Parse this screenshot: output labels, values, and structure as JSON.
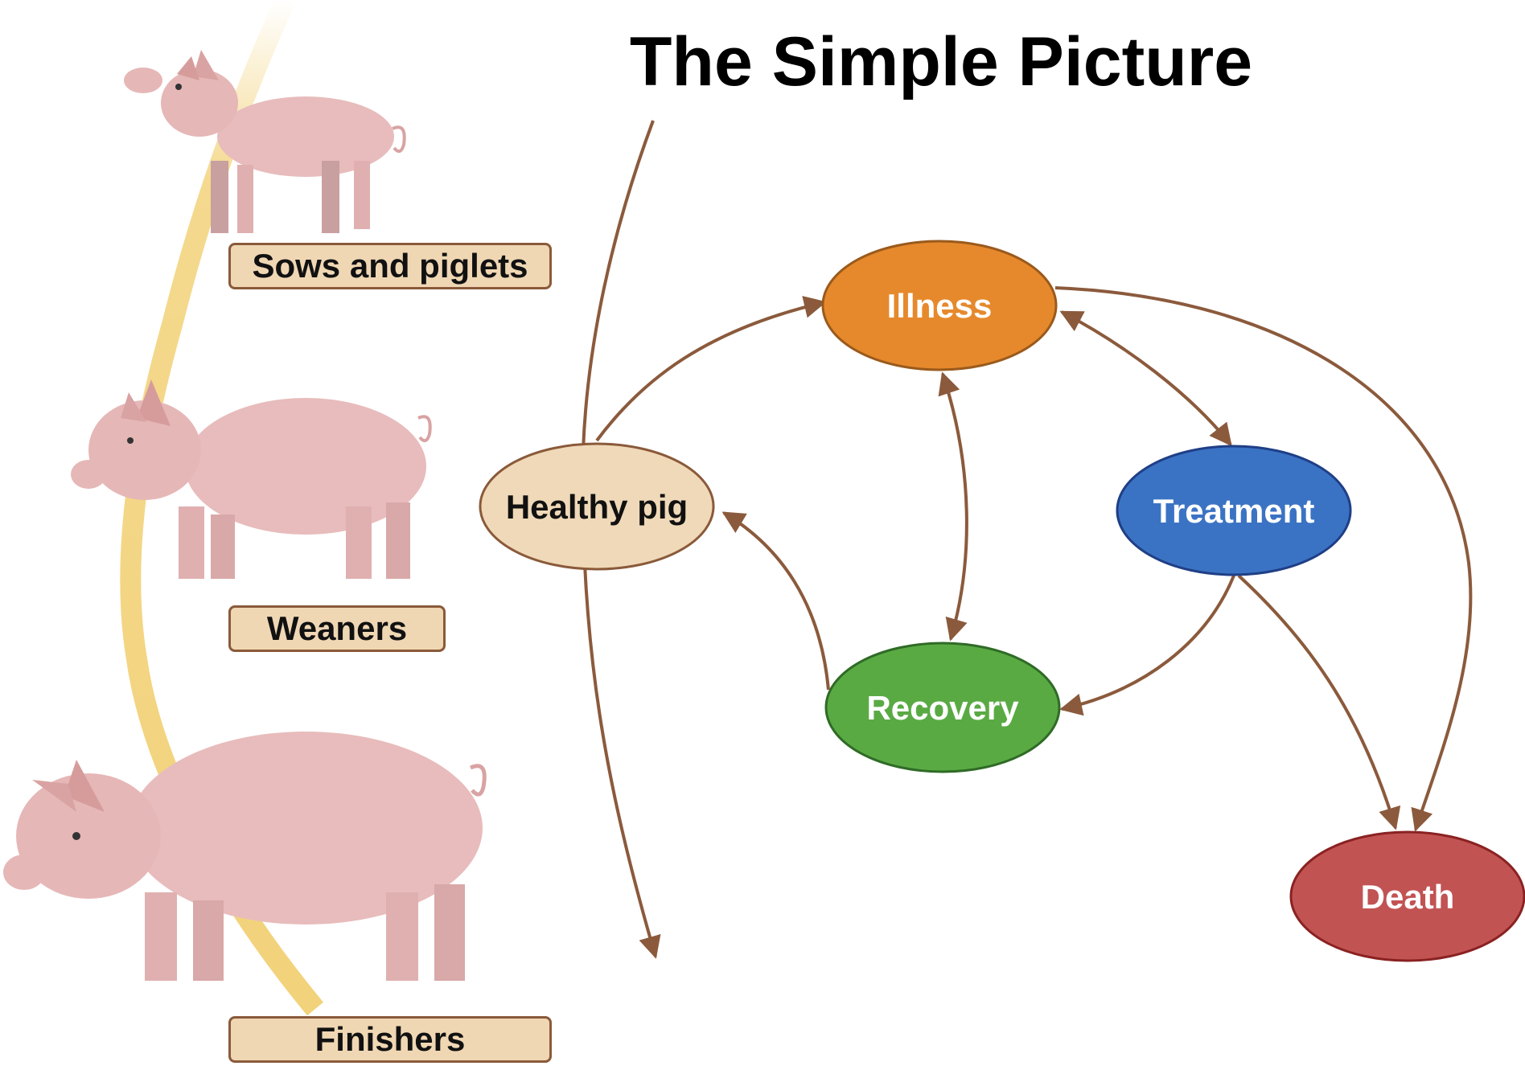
{
  "title": "The Simple Picture",
  "stages": [
    {
      "label": "Sows and piglets"
    },
    {
      "label": "Weaners"
    },
    {
      "label": "Finishers"
    }
  ],
  "nodes": {
    "healthy": {
      "label": "Healthy pig",
      "fill": "#f0d9b8",
      "stroke": "#8a5a3a",
      "text_color": "#111111"
    },
    "illness": {
      "label": "Illness",
      "fill": "#e6892c",
      "stroke": "#9a5a1c",
      "text_color": "#ffffff"
    },
    "treatment": {
      "label": "Treatment",
      "fill": "#3b73c4",
      "stroke": "#1f3f86",
      "text_color": "#ffffff"
    },
    "recovery": {
      "label": "Recovery",
      "fill": "#5aaa44",
      "stroke": "#2f6b26",
      "text_color": "#ffffff"
    },
    "death": {
      "label": "Death",
      "fill": "#c25353",
      "stroke": "#8a2222",
      "text_color": "#ffffff"
    }
  },
  "edges": [
    {
      "from": "healthy",
      "to": "illness"
    },
    {
      "from": "illness",
      "to": "treatment",
      "bidirectional": true
    },
    {
      "from": "illness",
      "to": "recovery",
      "bidirectional": true
    },
    {
      "from": "illness",
      "to": "death"
    },
    {
      "from": "treatment",
      "to": "recovery"
    },
    {
      "from": "treatment",
      "to": "death"
    },
    {
      "from": "recovery",
      "to": "healthy"
    }
  ],
  "colors": {
    "arrow": "#8b5a3c",
    "timeline": "#f2d27a",
    "pig_body": "#e8bcbc"
  }
}
